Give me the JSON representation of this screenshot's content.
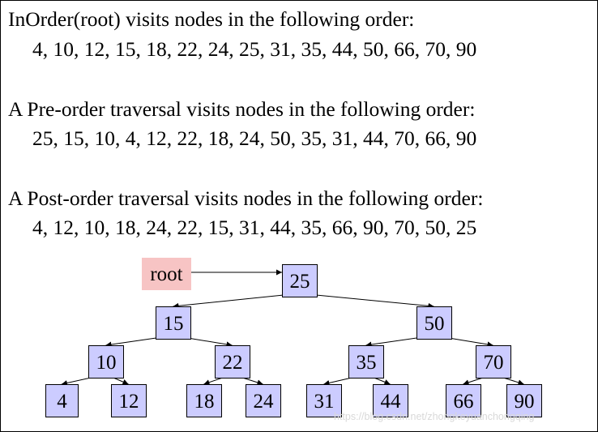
{
  "sections": [
    {
      "heading": "InOrder(root) visits nodes in the following order:",
      "sequence": "4, 10, 12, 15, 18, 22, 24, 25, 31, 35, 44, 50, 66, 70, 90"
    },
    {
      "heading": "A Pre-order traversal visits nodes in the following order:",
      "sequence": "25, 15, 10, 4, 12, 22, 18, 24, 50, 35, 31, 44, 70, 66, 90"
    },
    {
      "heading": "A Post-order traversal visits nodes in the following order:",
      "sequence": "4, 12, 10, 18, 24, 22, 15, 31, 44, 35, 66, 90, 70, 50, 25"
    }
  ],
  "tree": {
    "root_label": "root",
    "root_label_color": "#f7c4c4",
    "node_color": "#ccccff",
    "nodes": [
      {
        "id": "n25",
        "value": "25"
      },
      {
        "id": "n15",
        "value": "15"
      },
      {
        "id": "n50",
        "value": "50"
      },
      {
        "id": "n10",
        "value": "10"
      },
      {
        "id": "n22",
        "value": "22"
      },
      {
        "id": "n35",
        "value": "35"
      },
      {
        "id": "n70",
        "value": "70"
      },
      {
        "id": "n4",
        "value": "4"
      },
      {
        "id": "n12",
        "value": "12"
      },
      {
        "id": "n18",
        "value": "18"
      },
      {
        "id": "n24",
        "value": "24"
      },
      {
        "id": "n31",
        "value": "31"
      },
      {
        "id": "n44",
        "value": "44"
      },
      {
        "id": "n66",
        "value": "66"
      },
      {
        "id": "n90",
        "value": "90"
      }
    ],
    "edges": [
      [
        "n25",
        "n15"
      ],
      [
        "n25",
        "n50"
      ],
      [
        "n15",
        "n10"
      ],
      [
        "n15",
        "n22"
      ],
      [
        "n50",
        "n35"
      ],
      [
        "n50",
        "n70"
      ],
      [
        "n10",
        "n4"
      ],
      [
        "n10",
        "n12"
      ],
      [
        "n22",
        "n18"
      ],
      [
        "n22",
        "n24"
      ],
      [
        "n35",
        "n31"
      ],
      [
        "n35",
        "n44"
      ],
      [
        "n70",
        "n66"
      ],
      [
        "n70",
        "n90"
      ]
    ]
  },
  "watermark": "https://blog.csdn.net/zhongkeyuanchongqing"
}
